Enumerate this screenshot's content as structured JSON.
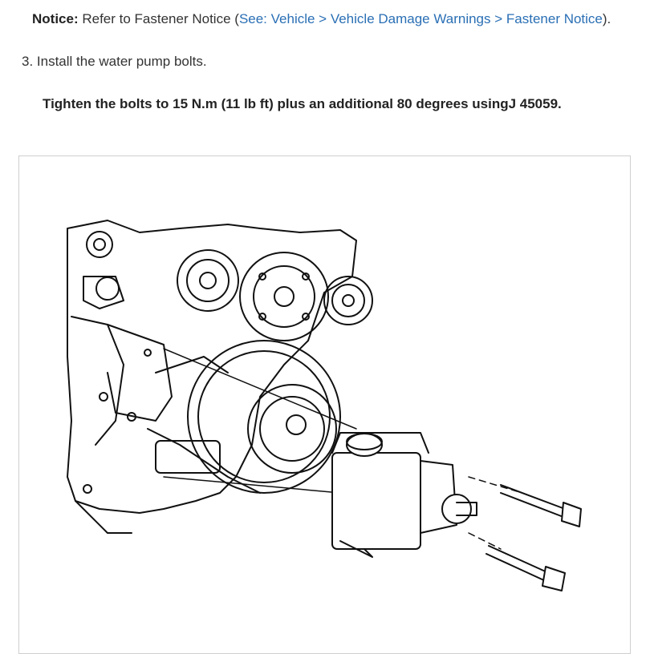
{
  "notice": {
    "label": "Notice:",
    "text_before": " Refer to Fastener Notice (",
    "link": "See: Vehicle > Vehicle Damage Warnings > Fastener Notice",
    "text_after": ")."
  },
  "step": {
    "number": "3.",
    "text": " Install the water pump bolts."
  },
  "torque_spec": "Tighten the bolts to 15 N.m (11 lb ft) plus an additional 80 degrees usingJ 45059.",
  "figure": {
    "icons": [
      "engine-illustration",
      "power-steering-pump-icon",
      "bolt-icon"
    ]
  }
}
